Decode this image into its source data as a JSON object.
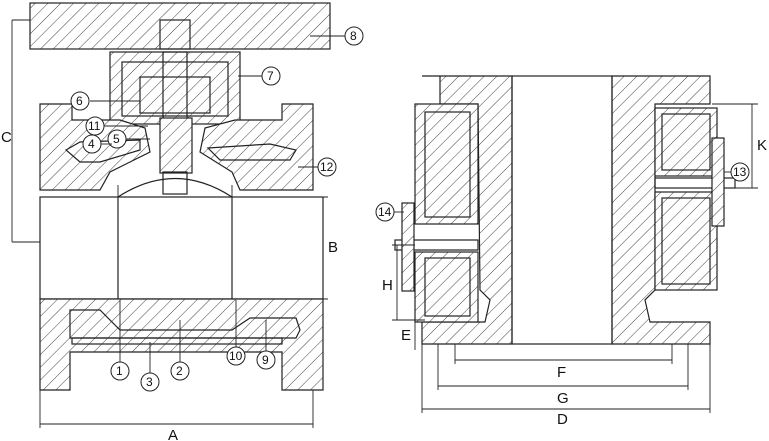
{
  "dimensions": {
    "A": "A",
    "C": "C",
    "B": "B",
    "D": "D",
    "E": "E",
    "F": "F",
    "G": "G",
    "H": "H",
    "K": "K"
  },
  "callouts": [
    {
      "id": "p1",
      "label": "1"
    },
    {
      "id": "p2",
      "label": "2"
    },
    {
      "id": "p3",
      "label": "3"
    },
    {
      "id": "p4",
      "label": "4"
    },
    {
      "id": "p5",
      "label": "5"
    },
    {
      "id": "p6",
      "label": "6"
    },
    {
      "id": "p7",
      "label": "7"
    },
    {
      "id": "p8",
      "label": "8"
    },
    {
      "id": "p9",
      "label": "9"
    },
    {
      "id": "p10",
      "label": "10"
    },
    {
      "id": "p11",
      "label": "11"
    },
    {
      "id": "p12",
      "label": "12"
    },
    {
      "id": "p13",
      "label": "13"
    },
    {
      "id": "p14",
      "label": "14"
    }
  ]
}
